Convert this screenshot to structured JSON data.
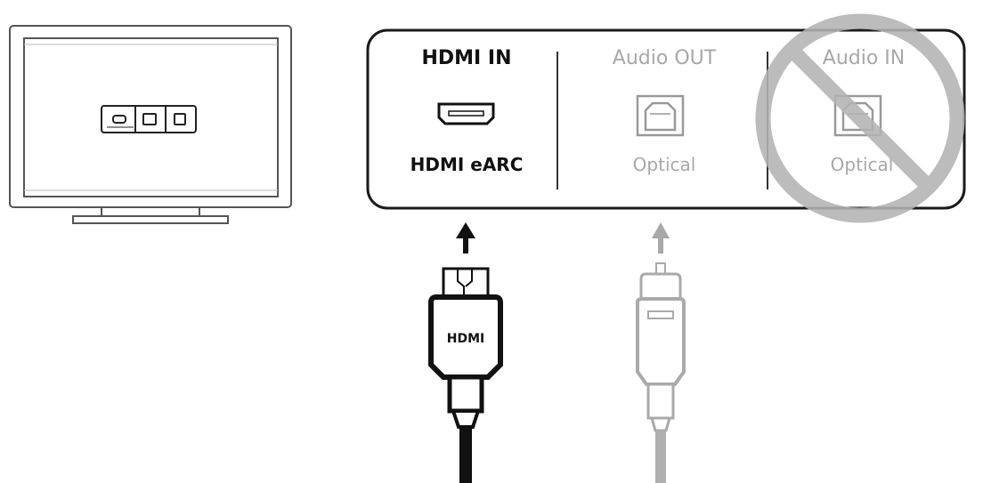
{
  "panel": {
    "hdmi_in": {
      "heading": "HDMI IN",
      "port_label": "HDMI eARC"
    },
    "audio_out": {
      "heading": "Audio OUT",
      "port_label": "Optical"
    },
    "audio_in": {
      "heading": "Audio IN",
      "port_label": "Optical",
      "status": "not-used"
    }
  },
  "cables": {
    "hdmi": {
      "connector_label": "HDMI"
    }
  },
  "colors": {
    "active": "#111111",
    "inactive": "#a8a8a8",
    "prohibited": "#b3b3b3"
  },
  "icons": {
    "tv": "tv-icon",
    "hdmi_port": "hdmi-port-icon",
    "optical_port": "optical-port-icon",
    "prohibited": "prohibited-icon",
    "arrow": "arrow-up-icon"
  }
}
